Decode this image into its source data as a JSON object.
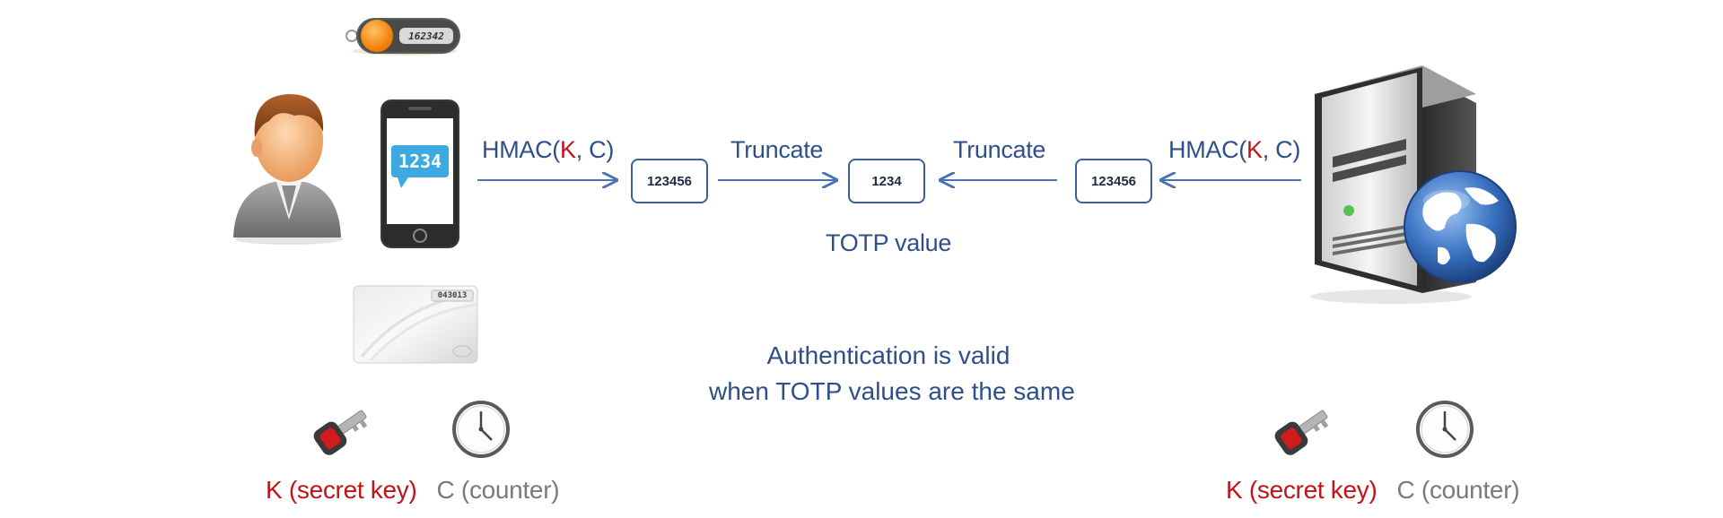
{
  "client": {
    "token_display": "162342",
    "phone_display": "1234",
    "card_display": "043013"
  },
  "flow": {
    "hmac_left": {
      "prefix": "HMAC(",
      "key": "K",
      "suffix": ", C)"
    },
    "hmac_right": {
      "prefix": "HMAC(",
      "key": "K",
      "suffix": ", C)"
    },
    "truncate_left": "Truncate",
    "truncate_right": "Truncate",
    "hash_left": "123456",
    "totp_center": "1234",
    "hash_right": "123456",
    "totp_label": "TOTP value"
  },
  "caption": {
    "line1": "Authentication is valid",
    "line2": "when TOTP values are the same"
  },
  "legend_left": {
    "key_label": "K (secret key)",
    "counter_label": "C (counter)"
  },
  "legend_right": {
    "key_label": "K (secret key)",
    "counter_label": "C (counter)"
  },
  "icons": {
    "user": "user-icon",
    "token": "hardware-token-icon",
    "phone": "smartphone-icon",
    "card": "smart-card-icon",
    "key": "key-icon",
    "clock": "clock-icon",
    "server": "server-icon",
    "globe": "globe-icon"
  },
  "colors": {
    "text_blue": "#2f4f8a",
    "arrow_blue": "#4a73b5",
    "key_red": "#c0141b",
    "counter_gray": "#7a7a7a"
  }
}
